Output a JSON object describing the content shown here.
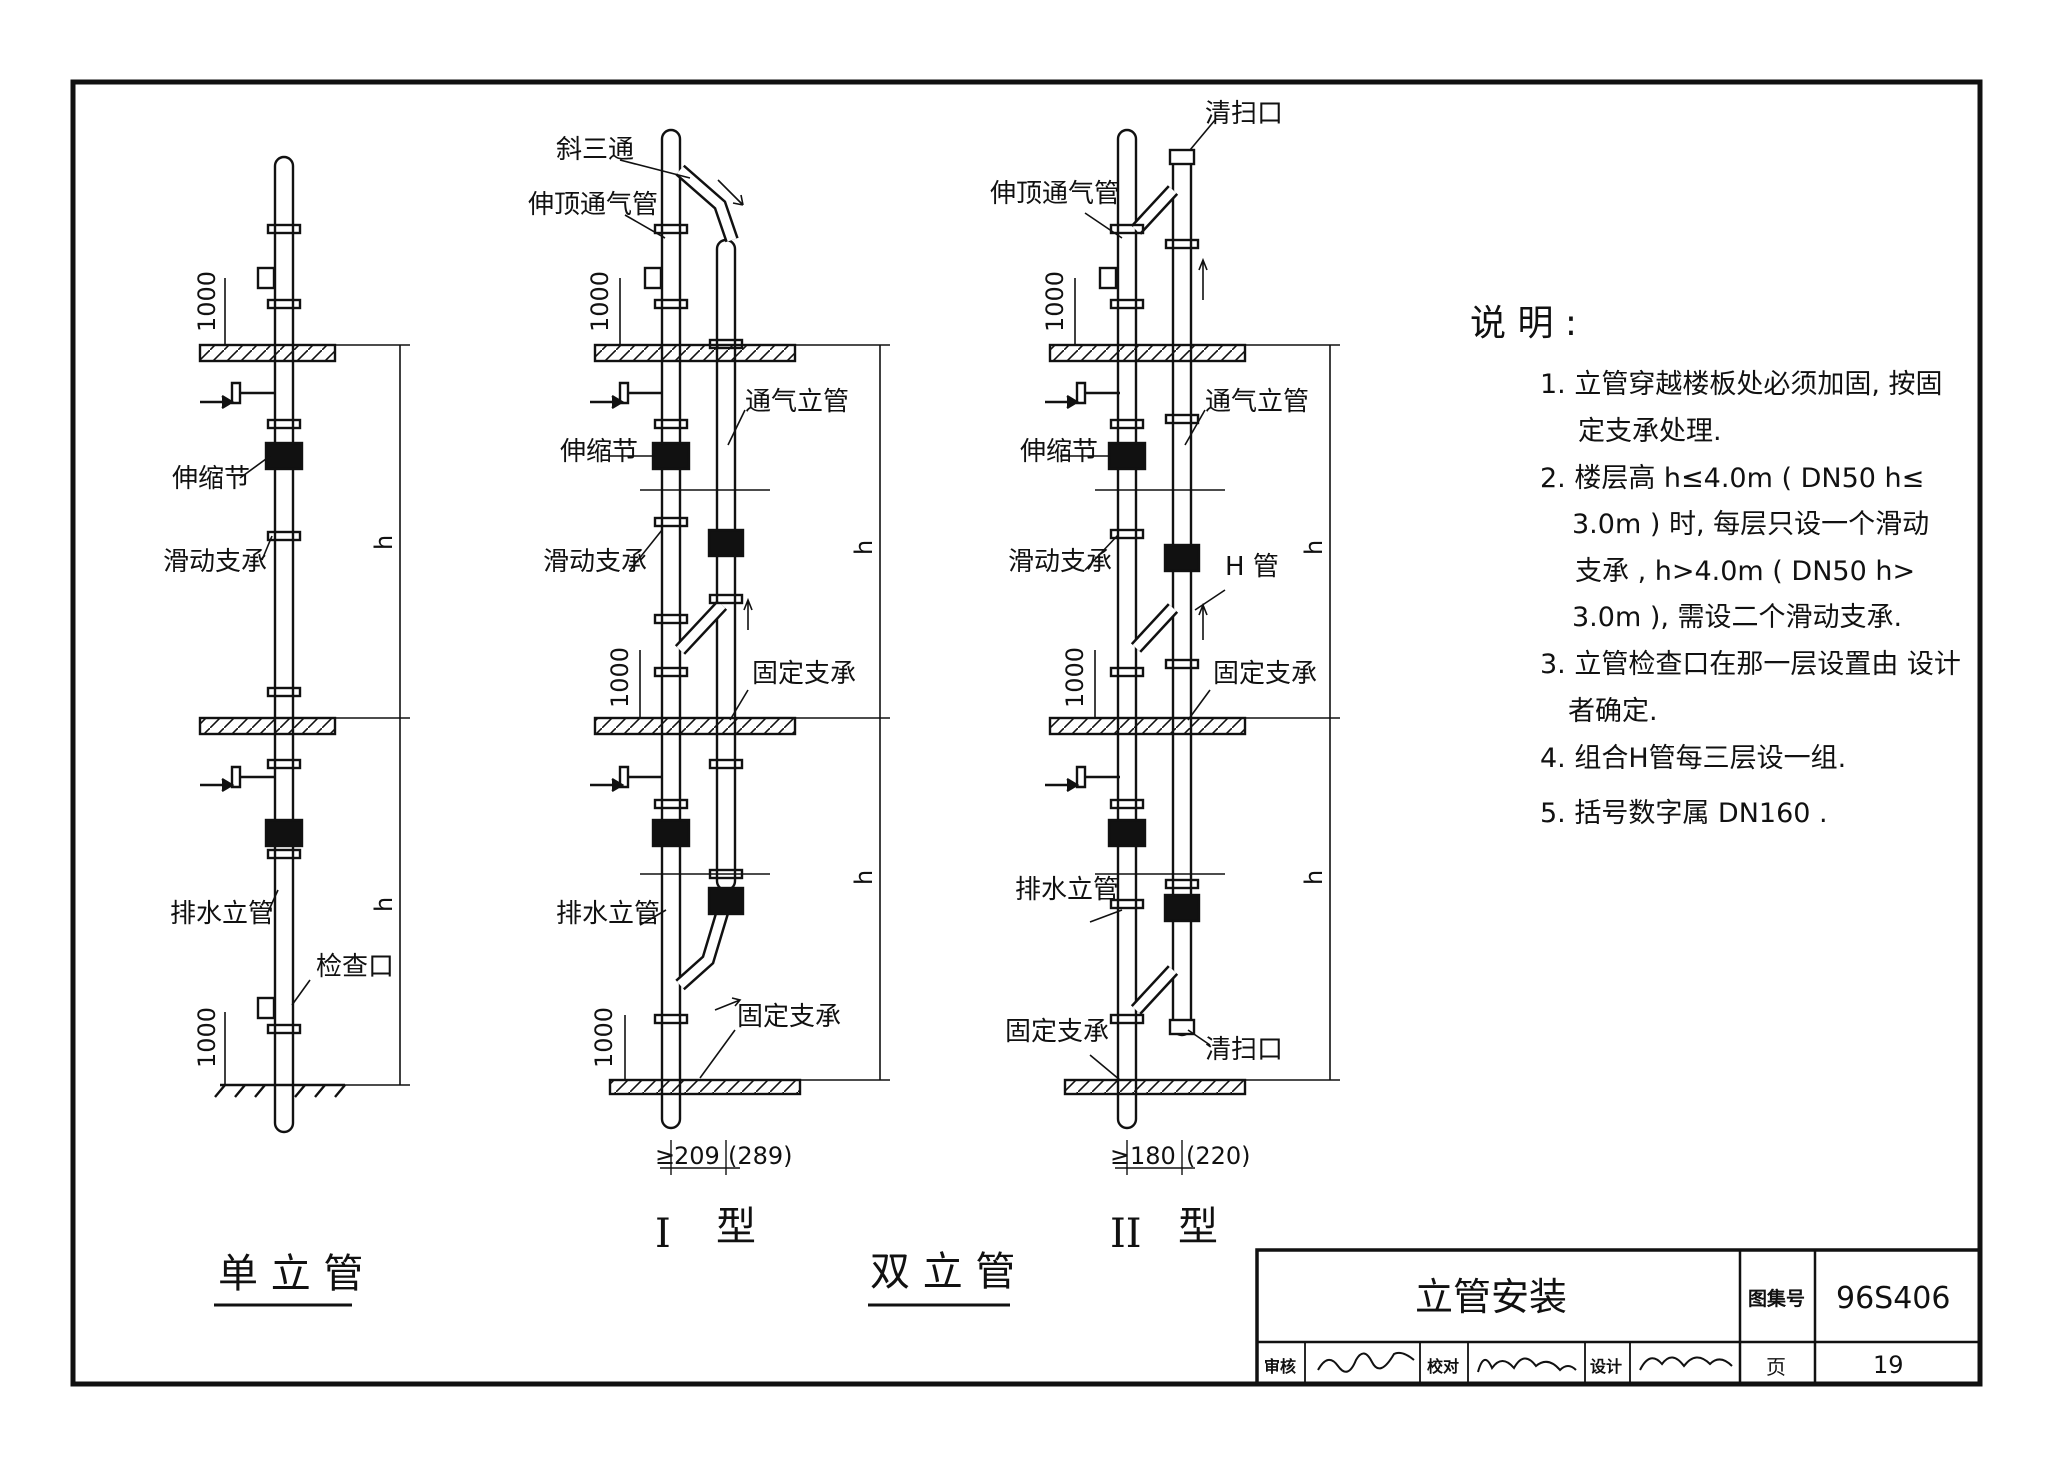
{
  "drawing": {
    "single_riser": {
      "dims": {
        "d1000_top": "1000",
        "d1000_bottom": "1000",
        "h1": "h",
        "h2": "h"
      },
      "labels": {
        "expansion": "伸缩节",
        "sliding": "滑动支承",
        "drain": "排水立管",
        "inspection": "检查口"
      },
      "caption": "单 立 管"
    },
    "type1": {
      "labels": {
        "oblique_tee": "斜三通",
        "vent_extension": "伸顶通气管",
        "vent_riser": "通气立管",
        "expansion": "伸缩节",
        "sliding": "滑动支承",
        "fixed1": "固定支承",
        "drain": "排水立管",
        "fixed2": "固定支承"
      },
      "dims": {
        "d1000a": "1000",
        "d1000b": "1000",
        "d1000c": "1000",
        "h1": "h",
        "h2": "h",
        "spacing_ge": "≥",
        "spacing": "209",
        "spacing_alt": "(289)"
      },
      "caption_roman": "I",
      "caption_type": "型"
    },
    "type2": {
      "labels": {
        "cleanout_top": "清扫口",
        "vent_extension": "伸顶通气管",
        "vent_riser": "通气立管",
        "expansion": "伸缩节",
        "sliding": "滑动支承",
        "h_pipe": "H 管",
        "fixed1": "固定支承",
        "drain": "排水立管",
        "fixed2": "固定支承",
        "cleanout_bottom": "清扫口"
      },
      "dims": {
        "d1000a": "1000",
        "d1000b": "1000",
        "h1": "h",
        "h2": "h",
        "spacing_ge": "≥",
        "spacing": "180",
        "spacing_alt": "(220)"
      },
      "caption_roman": "II",
      "caption_type": "型"
    },
    "double_caption": "双 立 管"
  },
  "notes": {
    "title": "说 明 :",
    "lines": [
      "1. 立管穿越楼板处必须加固, 按固",
      "定支承处理.",
      "2. 楼层高 h≤4.0m ( DN50 h≤",
      "3.0m ) 时, 每层只设一个滑动",
      "支承 , h>4.0m ( DN50 h>",
      "3.0m ), 需设二个滑动支承.",
      "3. 立管检查口在那一层设置由 设计",
      "者确定.",
      "4. 组合H管每三层设一组.",
      "5. 括号数字属 DN160 ."
    ]
  },
  "title_block": {
    "title": "立管安装",
    "atlas_label": "图集号",
    "atlas_no": "96S406",
    "review": "审核",
    "check": "校对",
    "design": "设计",
    "page_label": "页",
    "page_no": "19"
  }
}
